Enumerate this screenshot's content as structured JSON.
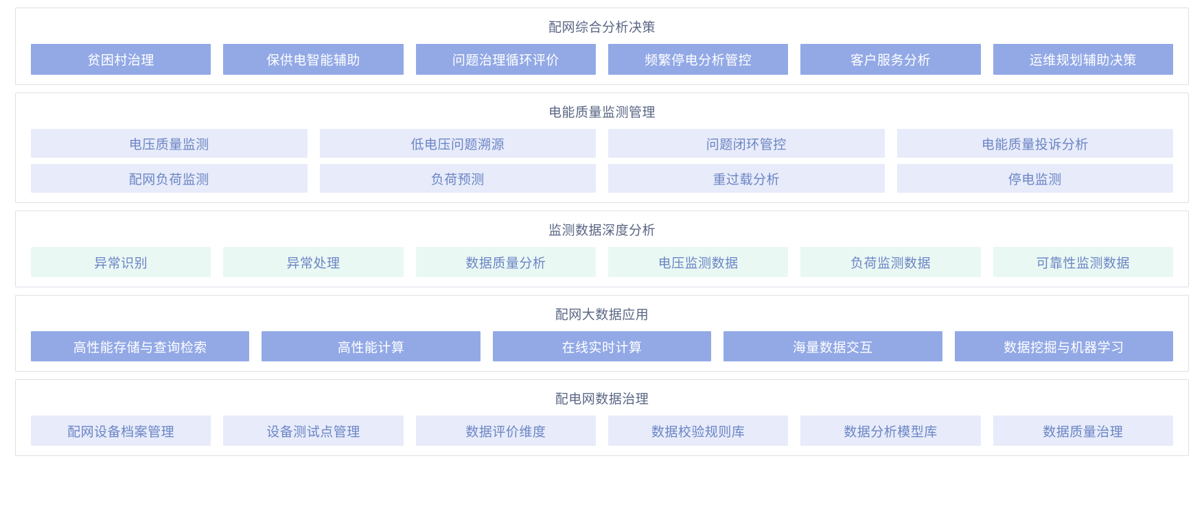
{
  "colors": {
    "solid_blue": "#93a9e6",
    "lavender": "#e7ebfa",
    "mint": "#eaf8f4",
    "title_text": "#5a6684",
    "node_text_light": "#6b85c4",
    "node_text_white": "#ffffff",
    "section_border": "#dcdfe6",
    "background": "#ffffff"
  },
  "sections": [
    {
      "title": "配网综合分析决策",
      "style": "v-solid",
      "rows": [
        [
          {
            "label": "贫困村治理"
          },
          {
            "label": "保供电智能辅助"
          },
          {
            "label": "问题治理循环评价"
          },
          {
            "label": "频繁停电分析管控"
          },
          {
            "label": "客户服务分析"
          },
          {
            "label": "运维规划辅助决策"
          }
        ]
      ]
    },
    {
      "title": "电能质量监测管理",
      "style": "v-lavender",
      "rows": [
        [
          {
            "label": "电压质量监测"
          },
          {
            "label": "低电压问题溯源"
          },
          {
            "label": "问题闭环管控"
          },
          {
            "label": "电能质量投诉分析"
          }
        ],
        [
          {
            "label": "配网负荷监测"
          },
          {
            "label": "负荷预测"
          },
          {
            "label": "重过载分析"
          },
          {
            "label": "停电监测"
          }
        ]
      ]
    },
    {
      "title": "监测数据深度分析",
      "style": "v-mint",
      "rows": [
        [
          {
            "label": "异常识别"
          },
          {
            "label": "异常处理"
          },
          {
            "label": "数据质量分析"
          },
          {
            "label": "电压监测数据"
          },
          {
            "label": "负荷监测数据"
          },
          {
            "label": "可靠性监测数据"
          }
        ]
      ]
    },
    {
      "title": "配网大数据应用",
      "style": "v-solid",
      "rows": [
        [
          {
            "label": "高性能存储与查询检索"
          },
          {
            "label": "高性能计算"
          },
          {
            "label": "在线实时计算"
          },
          {
            "label": "海量数据交互"
          },
          {
            "label": "数据挖掘与机器学习"
          }
        ]
      ]
    },
    {
      "title": "配电网数据治理",
      "style": "v-lavender",
      "rows": [
        [
          {
            "label": "配网设备档案管理"
          },
          {
            "label": "设备测试点管理"
          },
          {
            "label": "数据评价维度"
          },
          {
            "label": "数据校验规则库"
          },
          {
            "label": "数据分析模型库"
          },
          {
            "label": "数据质量治理"
          }
        ]
      ]
    }
  ]
}
